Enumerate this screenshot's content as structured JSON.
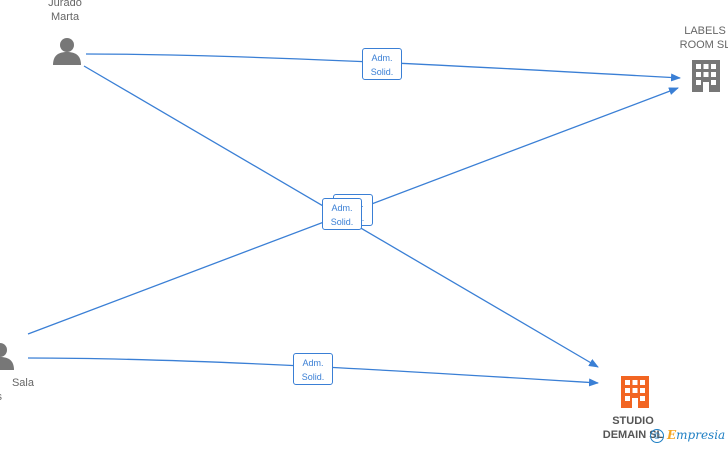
{
  "colors": {
    "edge": "#3a7fd5",
    "person_icon": "#777777",
    "company_icon": "#777777",
    "company_highlight_icon": "#f26522",
    "watermark": "#1e7fc4"
  },
  "nodes": {
    "person_top": {
      "line1": "Jurado",
      "line2": "Marta",
      "icon": "person-icon"
    },
    "person_bottom": {
      "line1": "Sala",
      "line2": "is",
      "icon": "person-icon"
    },
    "company_labels": {
      "line1": "LABELS",
      "line2": "ROOM  SL",
      "icon": "building-icon"
    },
    "company_studio": {
      "line1": "STUDIO",
      "line2": "DEMAIN  SL",
      "icon": "building-icon"
    }
  },
  "edges": [
    {
      "from": "person_top",
      "to": "company_labels",
      "label_line1": "Adm.",
      "label_line2": "Solid."
    },
    {
      "from": "person_top",
      "to": "company_studio",
      "label_line1": "Adm.",
      "label_line2": "Solid."
    },
    {
      "from": "person_bottom",
      "to": "company_labels",
      "label_line1": "Adm.",
      "label_line2": "Solid."
    },
    {
      "from": "person_bottom",
      "to": "company_studio",
      "label_line1": "Adm.",
      "label_line2": "Solid."
    }
  ],
  "watermark": {
    "copyright": "©",
    "brand_initial": "E",
    "brand_rest": "mpresia"
  }
}
